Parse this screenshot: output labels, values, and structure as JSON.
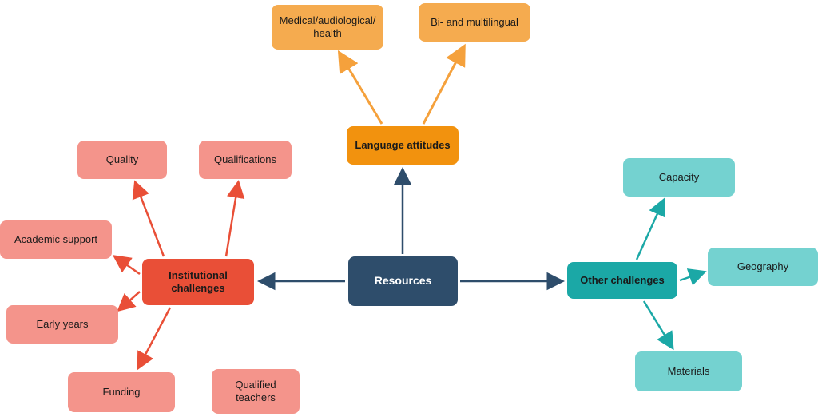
{
  "diagram": {
    "type": "concept-map",
    "nodes": {
      "resources": {
        "label": "Resources",
        "role": "center"
      },
      "language_attitudes": {
        "label": "Language attitudes",
        "role": "branch"
      },
      "medical": {
        "label": "Medical/audiological/health",
        "role": "leaf",
        "parent": "language_attitudes"
      },
      "bilingual": {
        "label": "Bi- and multilingual",
        "role": "leaf",
        "parent": "language_attitudes"
      },
      "institutional": {
        "label": "Institutional challenges",
        "role": "branch"
      },
      "quality": {
        "label": "Quality",
        "role": "leaf",
        "parent": "institutional"
      },
      "qualifications": {
        "label": "Qualifications",
        "role": "leaf",
        "parent": "institutional"
      },
      "academic_support": {
        "label": "Academic support",
        "role": "leaf",
        "parent": "institutional"
      },
      "early_years": {
        "label": "Early years",
        "role": "leaf",
        "parent": "institutional"
      },
      "funding": {
        "label": "Funding",
        "role": "leaf",
        "parent": "institutional"
      },
      "qualified_teachers": {
        "label": "Qualified teachers",
        "role": "leaf",
        "parent": "institutional"
      },
      "other": {
        "label": "Other challenges",
        "role": "branch"
      },
      "capacity": {
        "label": "Capacity",
        "role": "leaf",
        "parent": "other"
      },
      "geography": {
        "label": "Geography",
        "role": "leaf",
        "parent": "other"
      },
      "materials": {
        "label": "Materials",
        "role": "leaf",
        "parent": "other"
      }
    },
    "edges": [
      {
        "from": "resources",
        "to": "language_attitudes",
        "color": "blue"
      },
      {
        "from": "resources",
        "to": "institutional",
        "color": "blue"
      },
      {
        "from": "resources",
        "to": "other",
        "color": "blue"
      },
      {
        "from": "language_attitudes",
        "to": "medical",
        "color": "orange"
      },
      {
        "from": "language_attitudes",
        "to": "bilingual",
        "color": "orange"
      },
      {
        "from": "institutional",
        "to": "quality",
        "color": "red"
      },
      {
        "from": "institutional",
        "to": "qualifications",
        "color": "red"
      },
      {
        "from": "institutional",
        "to": "academic_support",
        "color": "red"
      },
      {
        "from": "institutional",
        "to": "early_years",
        "color": "red"
      },
      {
        "from": "institutional",
        "to": "funding",
        "color": "red"
      },
      {
        "from": "other",
        "to": "capacity",
        "color": "teal"
      },
      {
        "from": "other",
        "to": "geography",
        "color": "teal"
      },
      {
        "from": "other",
        "to": "materials",
        "color": "teal"
      }
    ],
    "colors": {
      "center": "#2E4D6B",
      "orange_main": "#F2920E",
      "orange_light": "#F5AB4F",
      "red_main": "#E94F37",
      "red_light": "#F4948B",
      "teal_main": "#1BA8A6",
      "teal_light": "#74D2D0",
      "arrow_blue": "#2E4D6B",
      "arrow_orange": "#F5A13C",
      "arrow_red": "#E94F37",
      "arrow_teal": "#1BA8A6"
    }
  }
}
